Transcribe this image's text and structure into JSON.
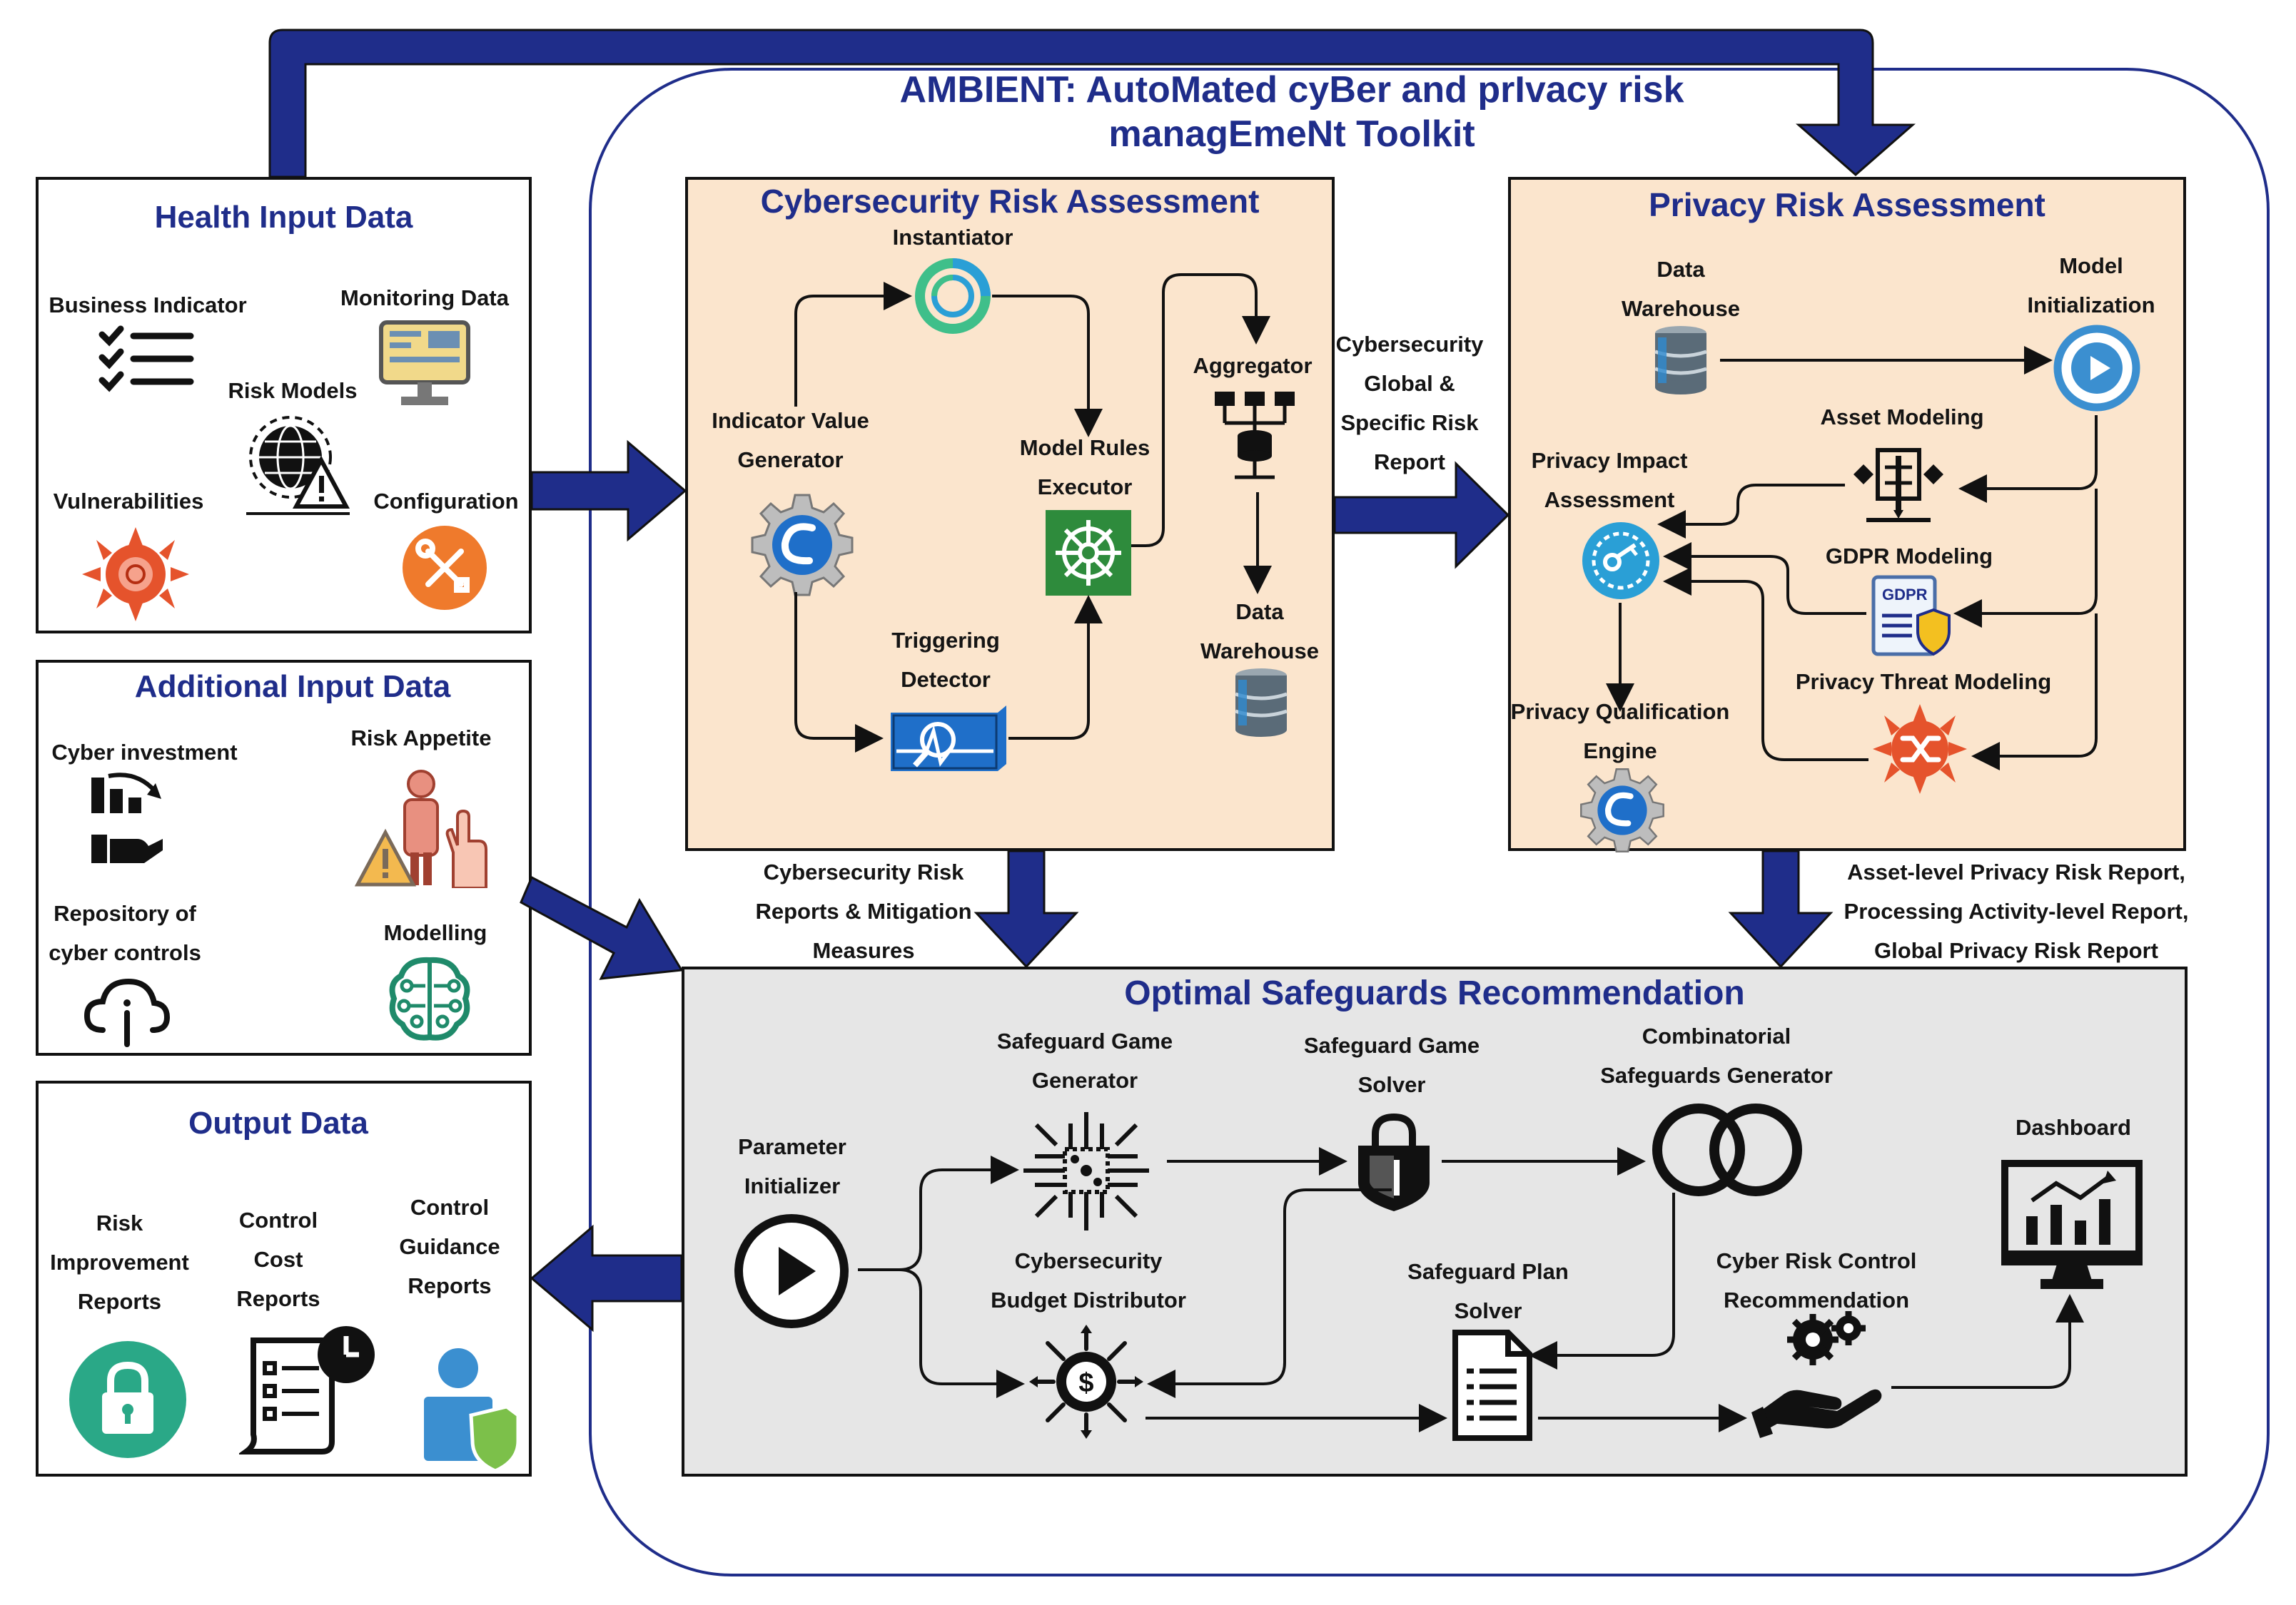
{
  "main_title": {
    "line1": "AMBIENT: AutoMated cyBer and prIvacy risk",
    "line2": "managEmeNt Toolkit"
  },
  "health_input": {
    "title": "Health Input Data",
    "business_indicator": "Business Indicator",
    "monitoring_data": "Monitoring Data",
    "risk_models": "Risk Models",
    "vulnerabilities": "Vulnerabilities",
    "configuration": "Configuration"
  },
  "additional_input": {
    "title": "Additional Input Data",
    "cyber_investment": "Cyber investment",
    "risk_appetite": "Risk Appetite",
    "repository_line1": "Repository of",
    "repository_line2": "cyber controls",
    "modelling": "Modelling"
  },
  "output_data": {
    "title": "Output Data",
    "risk_improvement": [
      "Risk",
      "Improvement",
      "Reports"
    ],
    "control_cost": [
      "Control",
      "Cost",
      "Reports"
    ],
    "control_guidance": [
      "Control",
      "Guidance",
      "Reports"
    ]
  },
  "cyber_assessment": {
    "title": "Cybersecurity Risk Assessment",
    "instantiator": "Instantiator",
    "indicator_value_generator": [
      "Indicator Value",
      "Generator"
    ],
    "model_rules_executor": [
      "Model Rules",
      "Executor"
    ],
    "aggregator": "Aggregator",
    "triggering_detector": [
      "Triggering",
      "Detector"
    ],
    "data_warehouse": [
      "Data",
      "Warehouse"
    ]
  },
  "privacy_assessment": {
    "title": "Privacy Risk Assessment",
    "data_warehouse": [
      "Data",
      "Warehouse"
    ],
    "model_initialization": [
      "Model",
      "Initialization"
    ],
    "asset_modeling": "Asset Modeling",
    "privacy_impact_assessment": [
      "Privacy Impact",
      "Assessment"
    ],
    "gdpr_modeling": "GDPR Modeling",
    "gdpr_badge": "GDPR",
    "privacy_threat_modeling": "Privacy Threat Modeling",
    "privacy_qualification_engine": [
      "Privacy Qualification",
      "Engine"
    ]
  },
  "connector_labels": {
    "cyber_global_specific": [
      "Cybersecurity",
      "Global &",
      "Specific Risk",
      "Report"
    ],
    "cyber_reports_mitigation": [
      "Cybersecurity Risk",
      "Reports & Mitigation",
      "Measures"
    ],
    "privacy_reports": [
      "Asset-level Privacy Risk Report,",
      "Processing Activity-level Report,",
      "Global Privacy Risk Report"
    ]
  },
  "safeguards": {
    "title": "Optimal Safeguards Recommendation",
    "parameter_initializer": [
      "Parameter",
      "Initializer"
    ],
    "safeguard_game_generator": [
      "Safeguard Game",
      "Generator"
    ],
    "safeguard_game_solver": [
      "Safeguard Game",
      "Solver"
    ],
    "combinatorial_generator": [
      "Combinatorial",
      "Safeguards Generator"
    ],
    "dashboard": "Dashboard",
    "budget_distributor": [
      "Cybersecurity",
      "Budget Distributor"
    ],
    "safeguard_plan_solver": [
      "Safeguard Plan",
      "Solver"
    ],
    "cyber_risk_control_recommendation": [
      "Cyber Risk Control",
      "Recommendation"
    ]
  },
  "colors": {
    "title_blue": "#1f2d8a",
    "big_arrow": "#1f2d8a",
    "peach_panel": "#fbe5cd",
    "grey_panel": "#e6e6e6",
    "rounded_frame": "#1f2d8a"
  }
}
